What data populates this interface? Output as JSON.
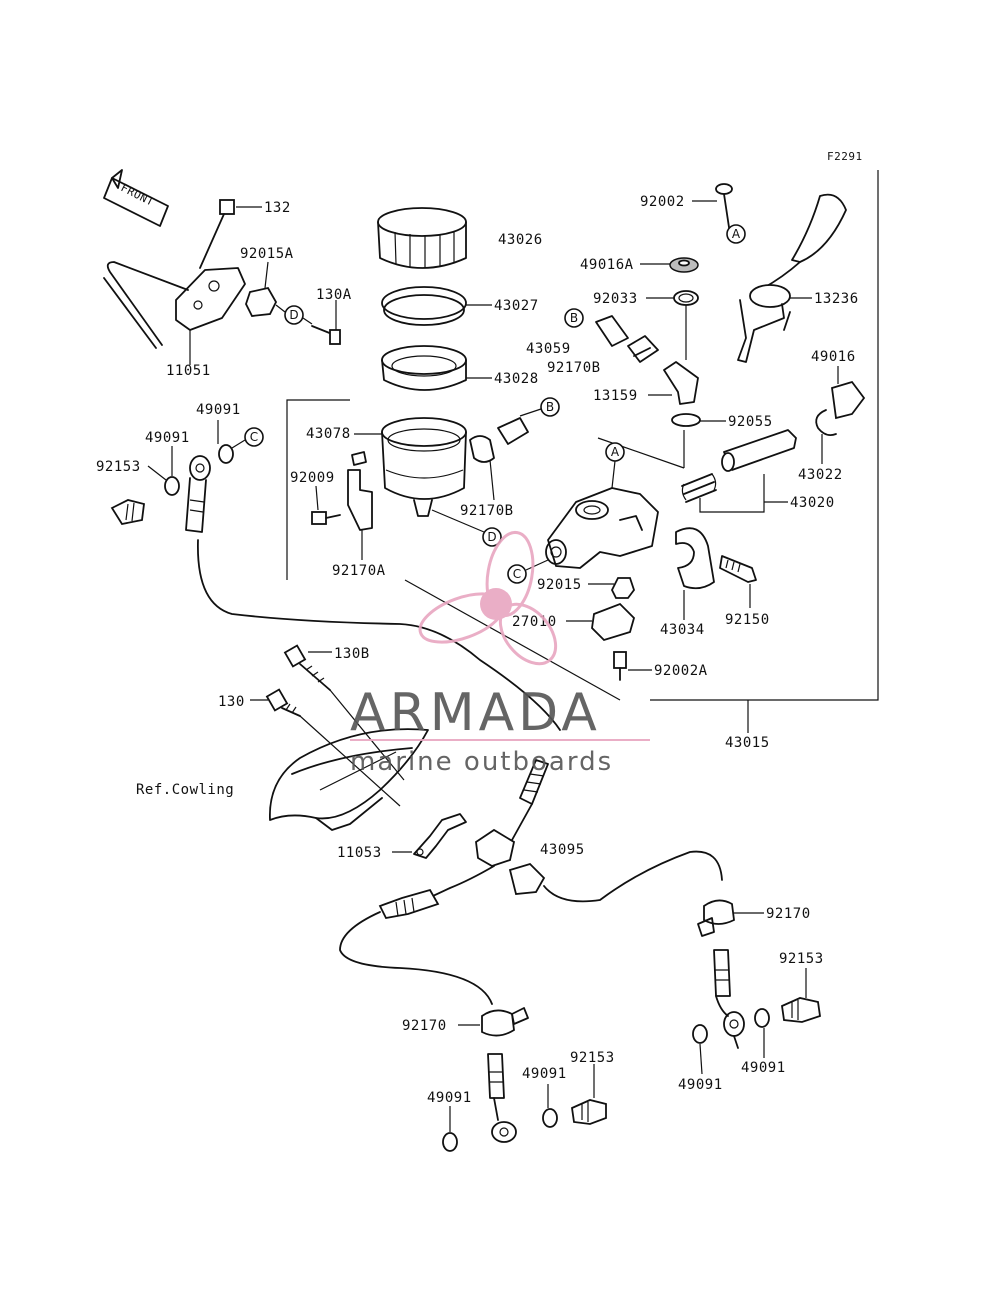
{
  "figure_code": "F2291",
  "front_arrow_label": "FRONT",
  "labels": {
    "l132": "132",
    "l92015A": "92015A",
    "l130A": "130A",
    "l11051": "11051",
    "l49091_top": "49091",
    "l49091_left": "49091",
    "l92153_left": "92153",
    "l43026": "43026",
    "l43027": "43027",
    "l43028": "43028",
    "l43078": "43078",
    "l92009": "92009",
    "l92170A": "92170A",
    "l92170B_lower": "92170B",
    "l92002": "92002",
    "l49016A": "49016A",
    "l92033": "92033",
    "l43059": "43059",
    "l92170B_upper": "92170B",
    "l13159": "13159",
    "l92055": "92055",
    "l13236": "13236",
    "l49016": "49016",
    "l43022": "43022",
    "l43020": "43020",
    "l92015": "92015",
    "l43034": "43034",
    "l92150": "92150",
    "l27010": "27010",
    "l92002A": "92002A",
    "l43015": "43015",
    "l130B": "130B",
    "l130": "130",
    "lRefCowling": "Ref.Cowling",
    "l11053": "11053",
    "l43095": "43095",
    "l92170_right": "92170",
    "l92153_right": "92153",
    "l49091_r1": "49091",
    "l49091_r2": "49091",
    "l92170_left": "92170",
    "l92153_bottom": "92153",
    "l49091_b1": "49091",
    "l49091_b2": "49091"
  },
  "callouts": {
    "A_top": "A",
    "A_mid": "A",
    "B_top": "B",
    "B_mid": "B",
    "C_left": "C",
    "C_mid": "C",
    "D_top": "D",
    "D_mid": "D"
  },
  "watermark": {
    "brand": "ARMADA",
    "tagline": "marine outboards",
    "color": "#e8a6c0"
  }
}
